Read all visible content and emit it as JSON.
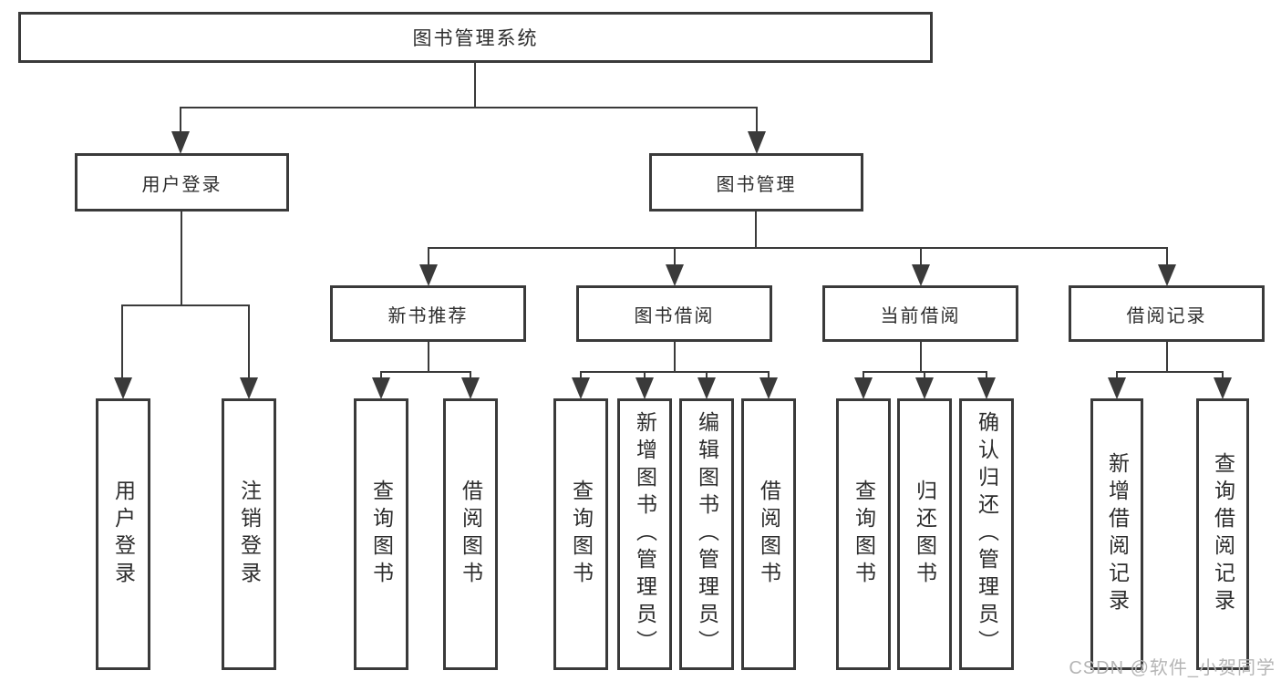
{
  "diagram_title": "图书管理系统",
  "tree": {
    "label": "图书管理系统",
    "children": [
      {
        "label": "用户登录",
        "children": [
          {
            "label": "用户登录"
          },
          {
            "label": "注销登录"
          }
        ]
      },
      {
        "label": "图书管理",
        "children": [
          {
            "label": "新书推荐",
            "children": [
              {
                "label": "查询图书"
              },
              {
                "label": "借阅图书"
              }
            ]
          },
          {
            "label": "图书借阅",
            "children": [
              {
                "label": "查询图书"
              },
              {
                "label": "新增图书（管理员）"
              },
              {
                "label": "编辑图书（管理员）"
              },
              {
                "label": "借阅图书"
              }
            ]
          },
          {
            "label": "当前借阅",
            "children": [
              {
                "label": "查询图书"
              },
              {
                "label": "归还图书"
              },
              {
                "label": "确认归还（管理员）"
              }
            ]
          },
          {
            "label": "借阅记录",
            "children": [
              {
                "label": "新增借阅记录"
              },
              {
                "label": "查询借阅记录"
              }
            ]
          }
        ]
      }
    ]
  },
  "watermark": "CSDN @软件_小贺同学",
  "colors": {
    "line": "#3a3a3a",
    "box_border": "#3a3a3a",
    "text": "#2d2d2d",
    "watermark": "#b5b5b5",
    "background": "#ffffff"
  }
}
